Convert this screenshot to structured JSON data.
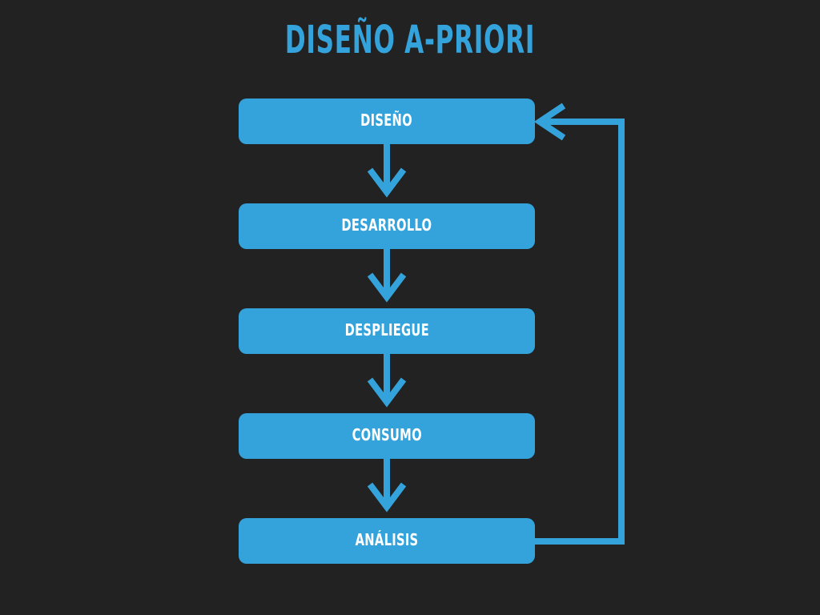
{
  "diagram": {
    "title": "DISEÑO A-PRIORI",
    "steps": [
      {
        "label": "DISEÑO"
      },
      {
        "label": "DESARROLLO"
      },
      {
        "label": "DESPLIEGUE"
      },
      {
        "label": "CONSUMO"
      },
      {
        "label": "ANÁLISIS"
      }
    ],
    "feedback_loop": {
      "from": "ANÁLISIS",
      "to": "DISEÑO"
    }
  },
  "colors": {
    "background": "#222222",
    "accent": "#35a3db",
    "text": "#ffffff"
  }
}
